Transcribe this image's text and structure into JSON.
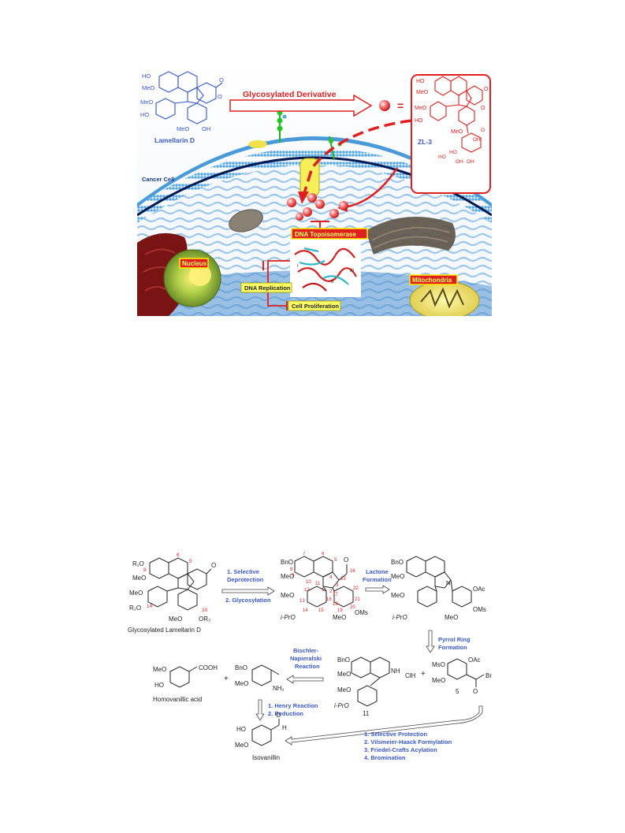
{
  "figure1": {
    "lamellarin": {
      "name": "Lamellarin D",
      "labels": [
        "HO",
        "MeO",
        "MeO",
        "HO",
        "MeO",
        "OH"
      ],
      "carbonyl": "O",
      "ring_o": "O"
    },
    "arrow_label": "Glycosylated Derivative",
    "equals": "=",
    "zl3": {
      "name": "ZL-3",
      "labels": [
        "HO",
        "MeO",
        "MeO",
        "HO",
        "MeO"
      ],
      "carbonyl": "O",
      "ring_o": "O",
      "sugar": [
        "OH",
        "HO",
        "HO",
        "OH",
        "OH"
      ],
      "sugar_o": "O"
    },
    "cancer_cell": "Cancer Cell",
    "topoisomerase": "DNA Topoisomerase",
    "nucleus": "Nucleus",
    "dna_replication": "DNA Replication",
    "cell_proliferation": "Cell Proliferation",
    "mitochondria": "Mitochondria",
    "protein_marks": [
      "I",
      "II",
      "III"
    ],
    "colors": {
      "red": "#e02020",
      "blue": "#3a58c8",
      "yellow_label": "#ffff66",
      "membrane": "#6fb8e8"
    }
  },
  "figure2": {
    "glyco": {
      "r1o": "R₁O",
      "meo1": "MeO",
      "meo2": "MeO",
      "r2o": "R₂O",
      "meo3": "MeO",
      "or3": "OR₃",
      "nums": [
        "6",
        "5",
        "8",
        "14",
        "20"
      ],
      "o": "O",
      "name": "Glycosylated Lamellarin D"
    },
    "step1": [
      "1. Selective",
      "Deprotection",
      "2. Glycosylation"
    ],
    "inter": {
      "bno": "BnO",
      "meo": "MeO",
      "meo2": "MeO",
      "iPrO": "i-PrO",
      "meo3": "MeO",
      "oms": "OMs",
      "o": "O",
      "nums": [
        "7",
        "6",
        "8",
        "5",
        "9",
        "10",
        "4",
        "24",
        "23",
        "12",
        "11",
        "1",
        "2",
        "3",
        "22",
        "13",
        "16",
        "17",
        "21",
        "18",
        "14",
        "15",
        "19",
        "20"
      ]
    },
    "step2": [
      "Lactone",
      "Formation"
    ],
    "pyrrole": {
      "bno": "BnO",
      "meo": "MeO",
      "n": "N",
      "oac": "OAc",
      "meo2": "MeO",
      "iPrO": "i-PrO",
      "meo3": "MeO",
      "oms": "OMs"
    },
    "step3": [
      "Pyrrol Ring",
      "Formation"
    ],
    "iq11": {
      "bno": "BnO",
      "meo": "MeO",
      "nh": "NH",
      "cl": "ClH",
      "meo2": "MeO",
      "iPrO": "i-PrO",
      "num": "11",
      "plus": "+"
    },
    "comp5": {
      "mso": "MsO",
      "oac": "OAc",
      "meo": "MeO",
      "o": "O",
      "br": "Br",
      "num": "5"
    },
    "step4": [
      "Bischler-",
      "Napieralski",
      "Reaction"
    ],
    "homovanillic": {
      "meo": "MeO",
      "ho": "HO",
      "cooh": "COOH",
      "name": "Homovanillic acid",
      "plus": "+"
    },
    "amine": {
      "bno": "BnO",
      "meo": "MeO",
      "nh2": "NH₂"
    },
    "step5": [
      "1. Henry Reaction",
      "2. Reduction"
    ],
    "isovanillin": {
      "ho": "HO",
      "meo": "MeO",
      "o": "O",
      "h": "H",
      "name": "Isovanillin"
    },
    "step6": [
      "1. Selective Protection",
      "2. Vilsmeier-Haack Formylation",
      "3. Friedel-Crafts Acylation",
      "4. Bromination"
    ]
  }
}
